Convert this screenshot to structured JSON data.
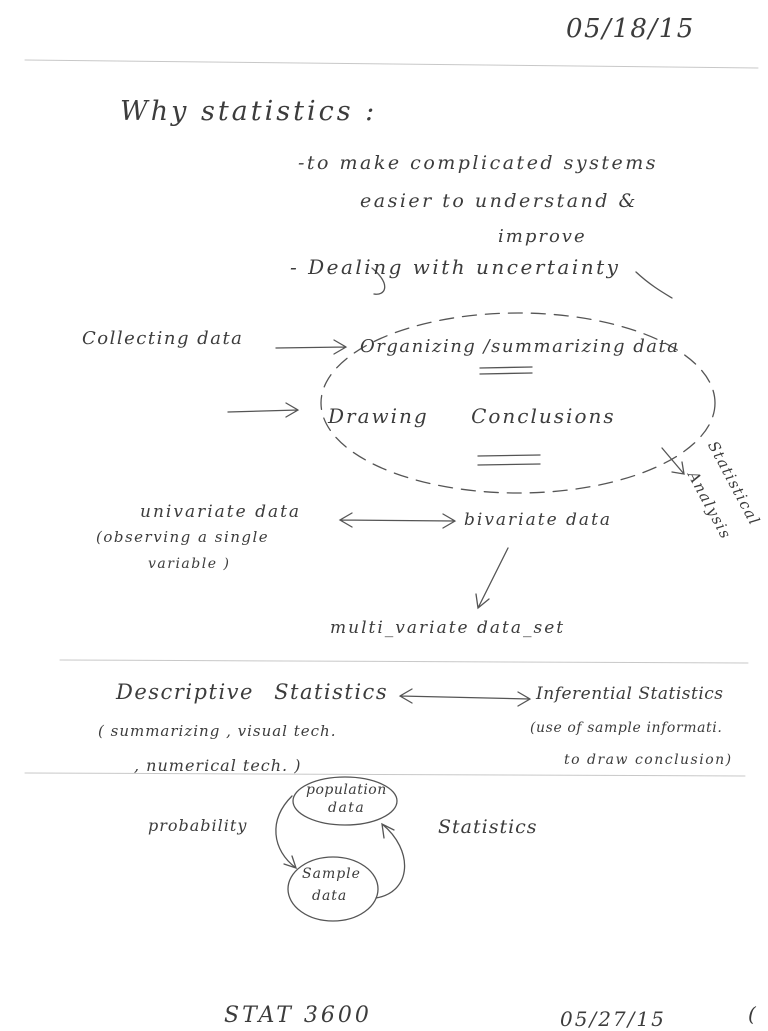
{
  "header": {
    "date": "05/18/15"
  },
  "why": {
    "title": "Why statistics :",
    "bullet1_line1": "-to make complicated systems",
    "bullet1_line2": "easier to understand &",
    "bullet1_line3": "improve",
    "bullet2": "- Dealing with uncertainty"
  },
  "flow": {
    "collecting": "Collecting data",
    "organizing": "Organizing /summarizing data",
    "drawing": "Drawing Conclusions",
    "analysis_line1": "Statistical",
    "analysis_line2": "Analysis"
  },
  "data_types": {
    "univariate": "univariate data",
    "univariate_note_line1": "(observing a single",
    "univariate_note_line2": "variable )",
    "bivariate": "bivariate data",
    "multivariate": "multi_variate data_set"
  },
  "statistics": {
    "descriptive": "Descriptive Statistics",
    "descriptive_note_line1": "( summarizing , visual tech.",
    "descriptive_note_line2": ", numerical tech. )",
    "inferential": "Inferential Statistics",
    "inferential_note_line1": "(use of sample informati.",
    "inferential_note_line2": "to draw conclusion)"
  },
  "cycle": {
    "population_line1": "population",
    "population_line2": "data",
    "sample_line1": "Sample",
    "sample_line2": "data",
    "probability": "probability",
    "statistics": "Statistics"
  },
  "footer": {
    "course": "STAT 3600",
    "date": "05/27/15",
    "mark": "("
  }
}
